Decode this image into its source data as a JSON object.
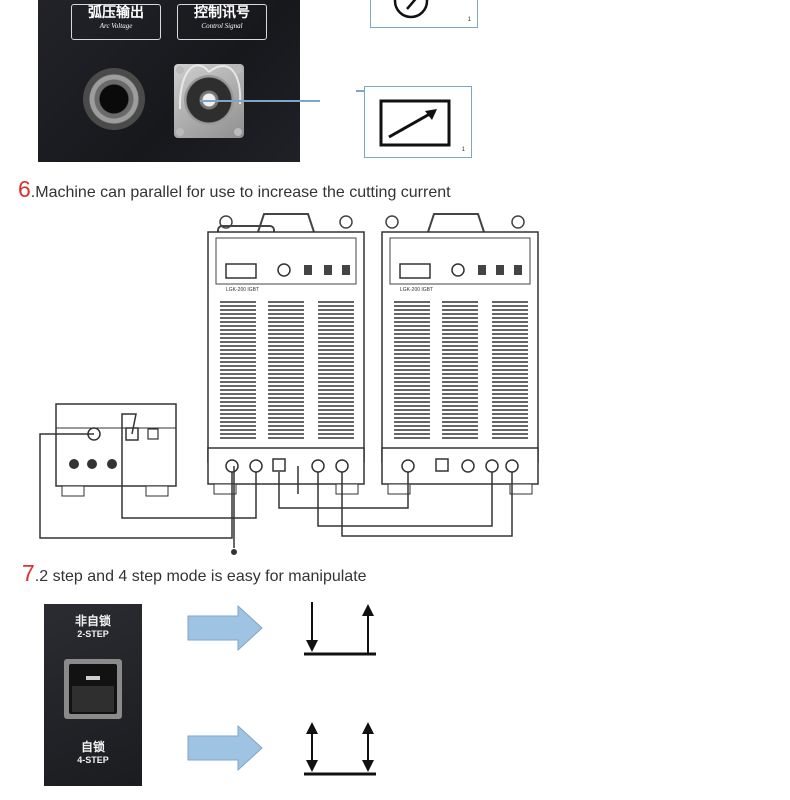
{
  "panel": {
    "arc_label_cn": "弧压输出",
    "arc_label_en": "Arc Voltage",
    "control_label_cn": "控制讯号",
    "control_label_en": "Control Signal",
    "callout_mark": "1"
  },
  "section6": {
    "number": "6",
    "text": ".Machine can parallel for use to increase the cutting current"
  },
  "section7": {
    "number": "7",
    "text": ".2 step and 4 step mode is easy for manipulate"
  },
  "switch": {
    "top_cn": "非自锁",
    "top_en": "2-STEP",
    "bottom_cn": "自锁",
    "bottom_en": "4-STEP"
  },
  "machines": {
    "model_label": "LGK-200 IGBT"
  },
  "colors": {
    "accent_number": "#d8322e",
    "callout_border": "#7ea6c9",
    "arrow_fill": "#9fc3e2"
  }
}
